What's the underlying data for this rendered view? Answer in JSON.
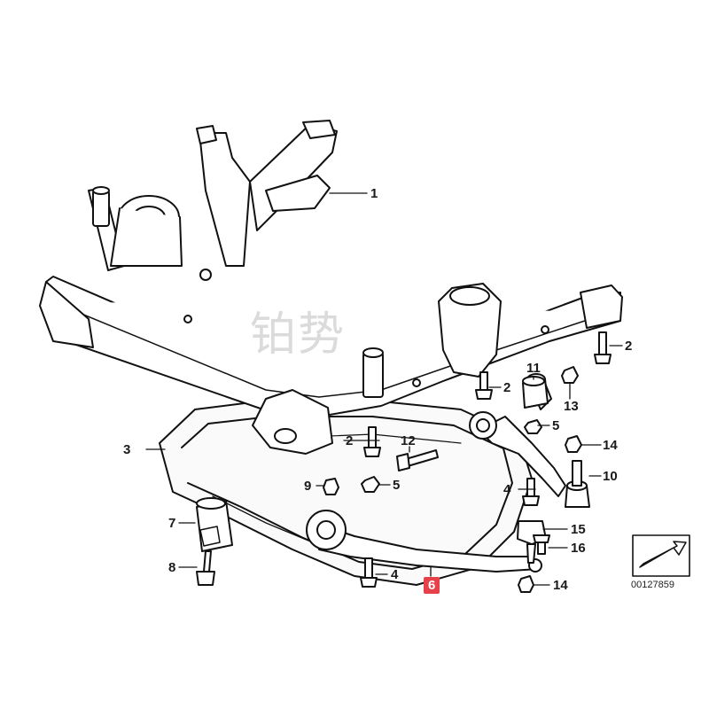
{
  "diagram": {
    "watermark": "铂势",
    "doc_number": "00127859",
    "parts": [
      {
        "num": "1"
      },
      {
        "num": "2"
      },
      {
        "num": "2"
      },
      {
        "num": "2"
      },
      {
        "num": "3"
      },
      {
        "num": "4"
      },
      {
        "num": "4"
      },
      {
        "num": "5"
      },
      {
        "num": "5"
      },
      {
        "num": "6",
        "highlighted": true
      },
      {
        "num": "7"
      },
      {
        "num": "8"
      },
      {
        "num": "9"
      },
      {
        "num": "10"
      },
      {
        "num": "11"
      },
      {
        "num": "12"
      },
      {
        "num": "13"
      },
      {
        "num": "14"
      },
      {
        "num": "14"
      },
      {
        "num": "15"
      },
      {
        "num": "16"
      }
    ],
    "highlight_color": "#e8404a"
  }
}
